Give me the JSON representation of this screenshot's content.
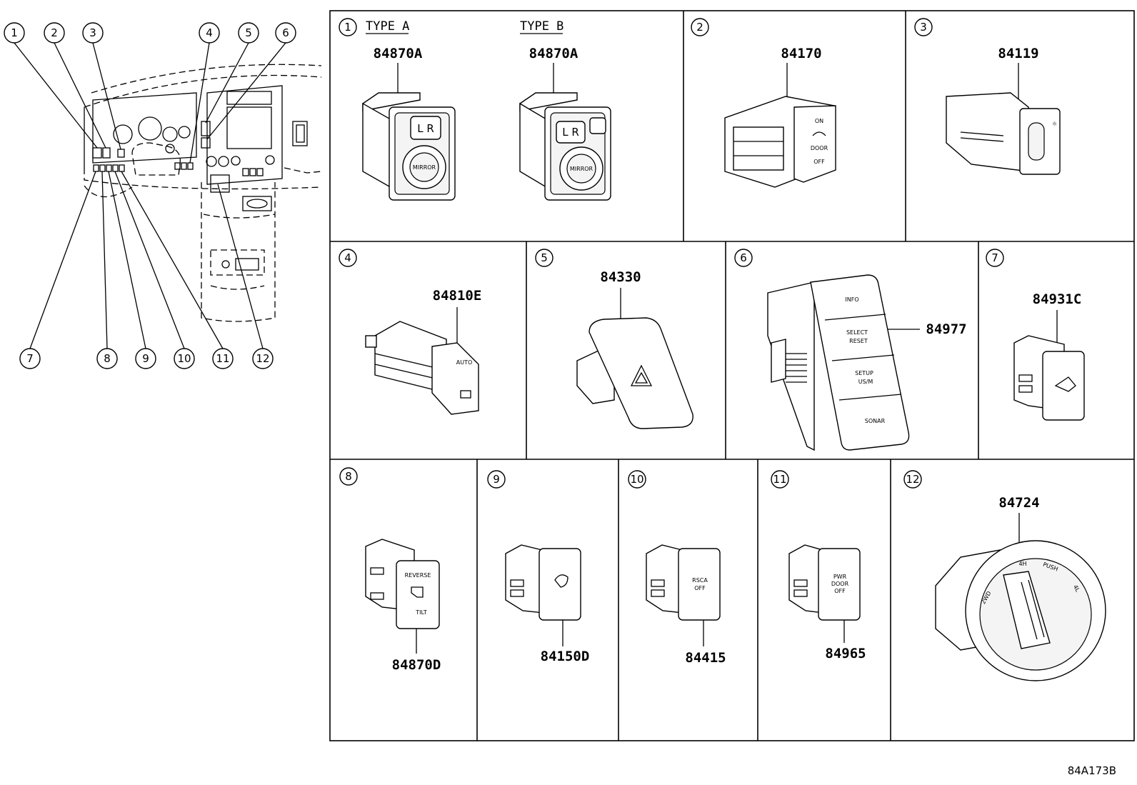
{
  "document_id": "84A173B",
  "locator_callouts": [
    "1",
    "2",
    "3",
    "4",
    "5",
    "6",
    "7",
    "8",
    "9",
    "10",
    "11",
    "12"
  ],
  "panels": [
    {
      "num": "1",
      "type_a": "TYPE A",
      "type_b": "TYPE B",
      "part_a": "84870A",
      "part_b": "84870A",
      "switch_a": {
        "btn": "L R",
        "knob": "MIRROR"
      },
      "switch_b": {
        "btn": "L R",
        "knob": "MIRROR"
      }
    },
    {
      "num": "2",
      "part": "84170",
      "texts": [
        "ON",
        "DOOR",
        "OFF"
      ]
    },
    {
      "num": "3",
      "part": "84119"
    },
    {
      "num": "4",
      "part": "84810E",
      "texts": [
        "AUTO"
      ]
    },
    {
      "num": "5",
      "part": "84330"
    },
    {
      "num": "6",
      "part": "84977",
      "texts": [
        "INFO",
        "SELECT",
        "RESET",
        "SETUP",
        "US/M",
        "SONAR"
      ]
    },
    {
      "num": "7",
      "part": "84931C"
    },
    {
      "num": "8",
      "part": "84870D",
      "texts": [
        "REVERSE",
        "TILT"
      ]
    },
    {
      "num": "9",
      "part": "84150D"
    },
    {
      "num": "10",
      "part": "84415",
      "texts": [
        "RSCA",
        "OFF"
      ]
    },
    {
      "num": "11",
      "part": "84965",
      "texts": [
        "PWR",
        "DOOR",
        "OFF"
      ]
    },
    {
      "num": "12",
      "part": "84724",
      "texts": [
        "2WD",
        "4H",
        "PUSH",
        "4L"
      ]
    }
  ]
}
